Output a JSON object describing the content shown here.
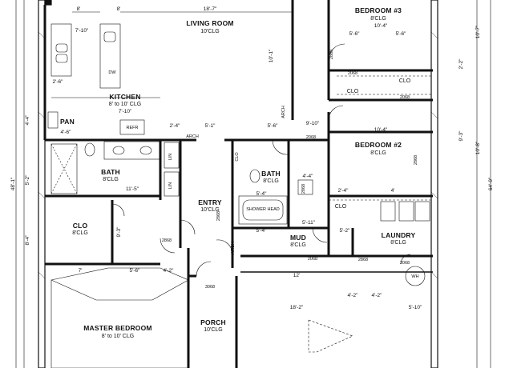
{
  "rooms": {
    "living_room": {
      "name": "LIVING ROOM",
      "ceiling": "10'CLG"
    },
    "bedroom3": {
      "name": "BEDROOM #3",
      "ceiling": "8'CLG"
    },
    "bedroom2": {
      "name": "BEDROOM #2",
      "ceiling": "8'CLG"
    },
    "kitchen": {
      "name": "KITCHEN",
      "ceiling": "8' to 10' CLG"
    },
    "pan": {
      "name": "PAN"
    },
    "bath_left": {
      "name": "BATH",
      "ceiling": "8'CLG"
    },
    "bath_center": {
      "name": "BATH",
      "ceiling": "8'CLG"
    },
    "entry": {
      "name": "ENTRY",
      "ceiling": "10'CLG"
    },
    "clo_master": {
      "name": "CLO",
      "ceiling": "8'CLG"
    },
    "lin1": {
      "name": "LIN"
    },
    "lin2": {
      "name": "LIN"
    },
    "clo_small": {
      "name": "CLO"
    },
    "clo_b3a": {
      "name": "CLO"
    },
    "clo_b3b": {
      "name": "CLO"
    },
    "clo_b2": {
      "name": "CLO"
    },
    "mud": {
      "name": "MUD",
      "ceiling": "8'CLG"
    },
    "laundry": {
      "name": "LAUNDRY",
      "ceiling": "8'CLG"
    },
    "master": {
      "name": "MASTER BEDROOM",
      "ceiling": "8' to 10' CLG"
    },
    "porch": {
      "name": "PORCH",
      "ceiling": "10'CLG"
    }
  },
  "fixtures": {
    "dw": "DW",
    "shower": "SHOWER HEAD",
    "wh": "WH",
    "refr": "REFR"
  },
  "dimensions": {
    "living_width": "18'-7\"",
    "living_top_a": "8'",
    "living_top_b": "8'",
    "living_side": "10'-1\"",
    "kitchen_a": "7'-10\"",
    "kitchen_b": "7'-10\"",
    "kitchen_c": "2'-6\"",
    "b3_width": "10'-4\"",
    "b3_a": "5'-6\"",
    "b3_b": "5'-6\"",
    "b2_width": "10'-4\"",
    "hall_a": "2'-4\"",
    "hall_b": "5'-1\"",
    "hall_c": "5'-6\"",
    "hall_d": "9'-10\"",
    "hall_e": "4'-6\"",
    "bath_a": "5'-4\"",
    "bath_b": "4'-4\"",
    "bath_c": "2'-4\"",
    "bath_d": "4'",
    "mud_a": "5'-4\"",
    "mud_b": "5'-11\"",
    "mud_c": "4'-2\"",
    "laundry_a": "5'-2\"",
    "master_a": "11'-5\"",
    "master_b": "5'-6\"",
    "master_c": "7'",
    "master_d": "4'-2\"",
    "master_e": "9'-3\"",
    "garage_a": "12'",
    "garage_b": "4'-2\"",
    "garage_c": "18'-2\"",
    "garage_d": "5'-10\"",
    "total_left": "48'-1\"",
    "total_right": "64'-9\"",
    "right_a": "10'-7\"",
    "right_b": "2'-2\"",
    "right_c": "9'-3\"",
    "right_d": "10'-8\"",
    "left_a": "4'-4\"",
    "left_b": "5'-2\"",
    "left_c": "8'-4\"",
    "door_a": "2868",
    "door_b": "2868",
    "door_c": "2868",
    "door_d": "2068",
    "door_e": "2068",
    "door_f": "3068",
    "door_g": "2068",
    "door_h": "2868",
    "door_i": "2068",
    "door_j": "2868",
    "door_k": "2068",
    "door_l": "2868",
    "arch_a": "ARCH",
    "arch_b": "ARCH",
    "arch_c": "ARCH"
  }
}
